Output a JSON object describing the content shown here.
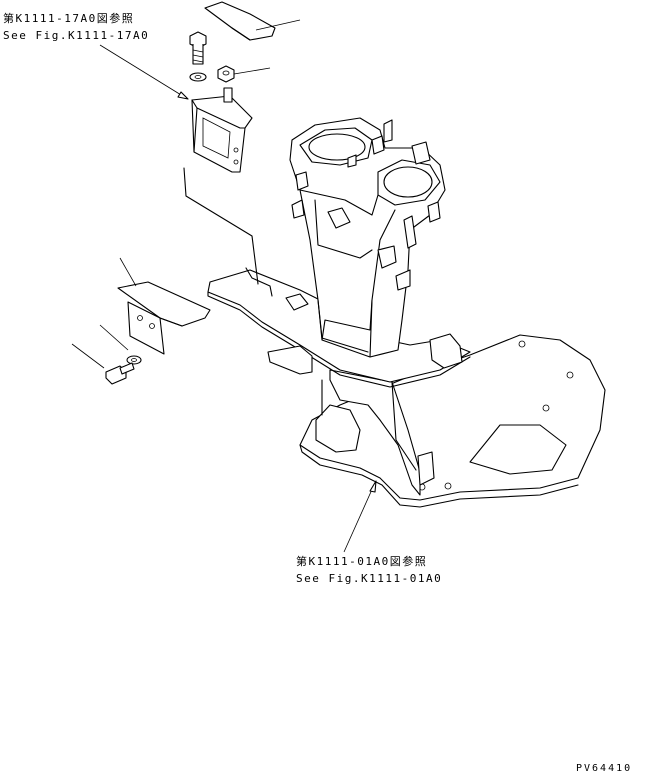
{
  "references": {
    "top": {
      "line1": "第K1111-17A0図参照",
      "line2": "See Fig.K1111-17A0"
    },
    "bottom": {
      "line1": "第K1111-01A0図参照",
      "line2": "See Fig.K1111-01A0"
    }
  },
  "drawing_code": "PV64410"
}
